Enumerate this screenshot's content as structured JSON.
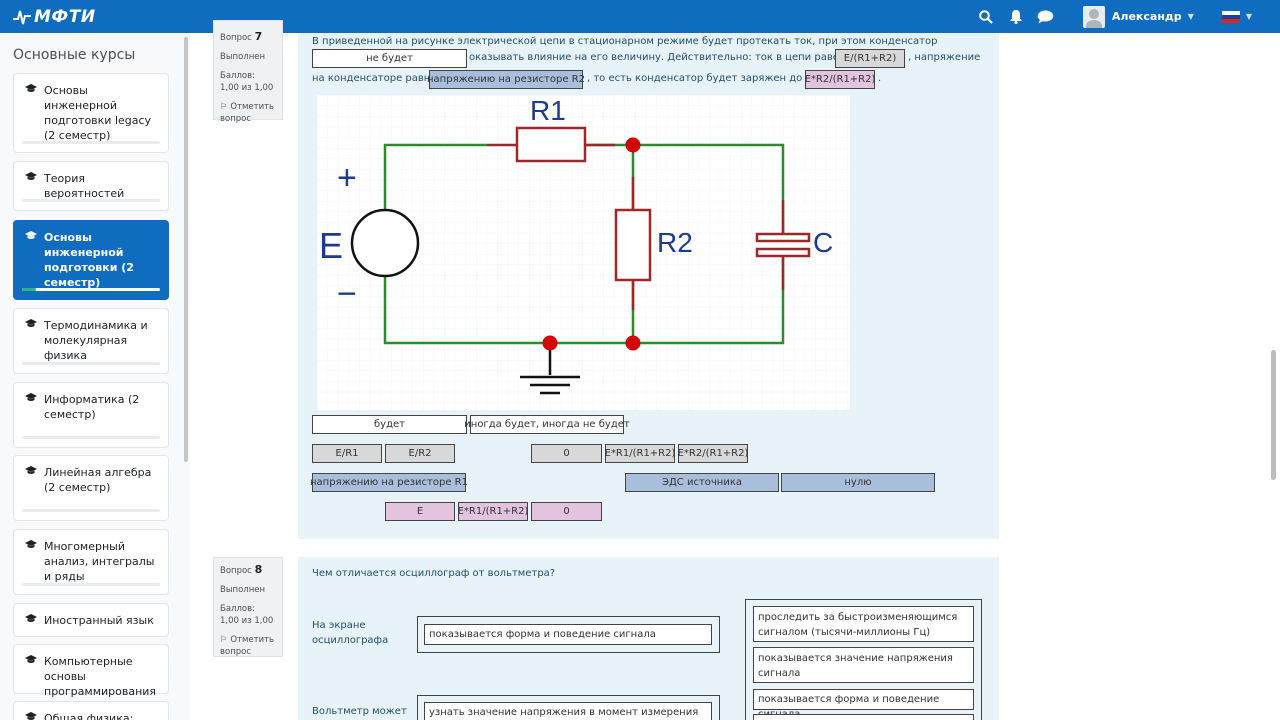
{
  "navbar": {
    "logo_text": "МФТИ",
    "user_name": "Александр"
  },
  "sidebar": {
    "title": "Основные курсы",
    "courses": [
      {
        "label": "Основы инженерной подготовки legacy (2 семестр)"
      },
      {
        "label": "Теория вероятностей"
      },
      {
        "label": "Основы инженерной подготовки (2 семестр)"
      },
      {
        "label": "Термодинамика и молекулярная физика"
      },
      {
        "label": "Информатика (2 семестр)"
      },
      {
        "label": "Линейная алгебра (2 семестр)"
      },
      {
        "label": "Многомерный анализ, интегралы и ряды"
      },
      {
        "label": "Иностранный язык"
      },
      {
        "label": "Компьютерные основы программирования"
      },
      {
        "label": "Общая физика:"
      }
    ]
  },
  "q7": {
    "num_label": "Вопрос",
    "num": "7",
    "status": "Выполнен",
    "score": "Баллов: 1,00 из 1,00",
    "flag": "Отметить вопрос",
    "text1": "В приведенной на рисунке электрической цепи в стационарном режиме будет протекать ток, при этом конденсатор",
    "text2": "оказывать влияние на его величину. Действительно: ток в цепи равен I =",
    "text3": ", напряжение",
    "text4": "на конденсаторе равно",
    "text5": ", то есть конденсатор будет заряжен до Uc =",
    "text6": ".",
    "slot_a": "не будет",
    "slot_b": "E/(R1+R2)",
    "slot_c": "напряжению на резисторе R2",
    "slot_d": "E*R2/(R1+R2)",
    "circuit": {
      "r1": "R1",
      "r2": "R2",
      "c": "C",
      "e": "E",
      "plus": "+",
      "minus": "−"
    },
    "options": {
      "row1": [
        "будет",
        "иногда будет, иногда не будет"
      ],
      "row2": [
        "E/R1",
        "E/R2",
        "0",
        "E*R1/(R1+R2)",
        "E*R2/(R1+R2)"
      ],
      "row3": [
        "напряжению на резисторе R1",
        "ЭДС источника",
        "нулю"
      ],
      "row4": [
        "E",
        "E*R1/(R1+R2)",
        "0"
      ]
    }
  },
  "q8": {
    "num_label": "Вопрос",
    "num": "8",
    "status": "Выполнен",
    "score": "Баллов: 1,00 из 1,00",
    "flag": "Отметить вопрос",
    "question": "Чем отличается осциллограф от вольтметра?",
    "label1": "На экране осциллографа",
    "answer1": "показывается форма и поведение сигнала",
    "label2": "Вольтметр может",
    "answer2": "узнать значение напряжения в момент измерения",
    "choices": [
      "проследить за быстроизменяющимся сигналом (тысячи-миллионы Гц)",
      "показывается значение напряжения сигнала",
      "показывается форма и поведение сигнала"
    ]
  },
  "colors": {
    "brand": "#0f6cbf",
    "wire_green": "#2d8a2d",
    "resistor_red": "#a0262a",
    "node_red": "#d40000",
    "label_blue": "#1e3a8a"
  }
}
